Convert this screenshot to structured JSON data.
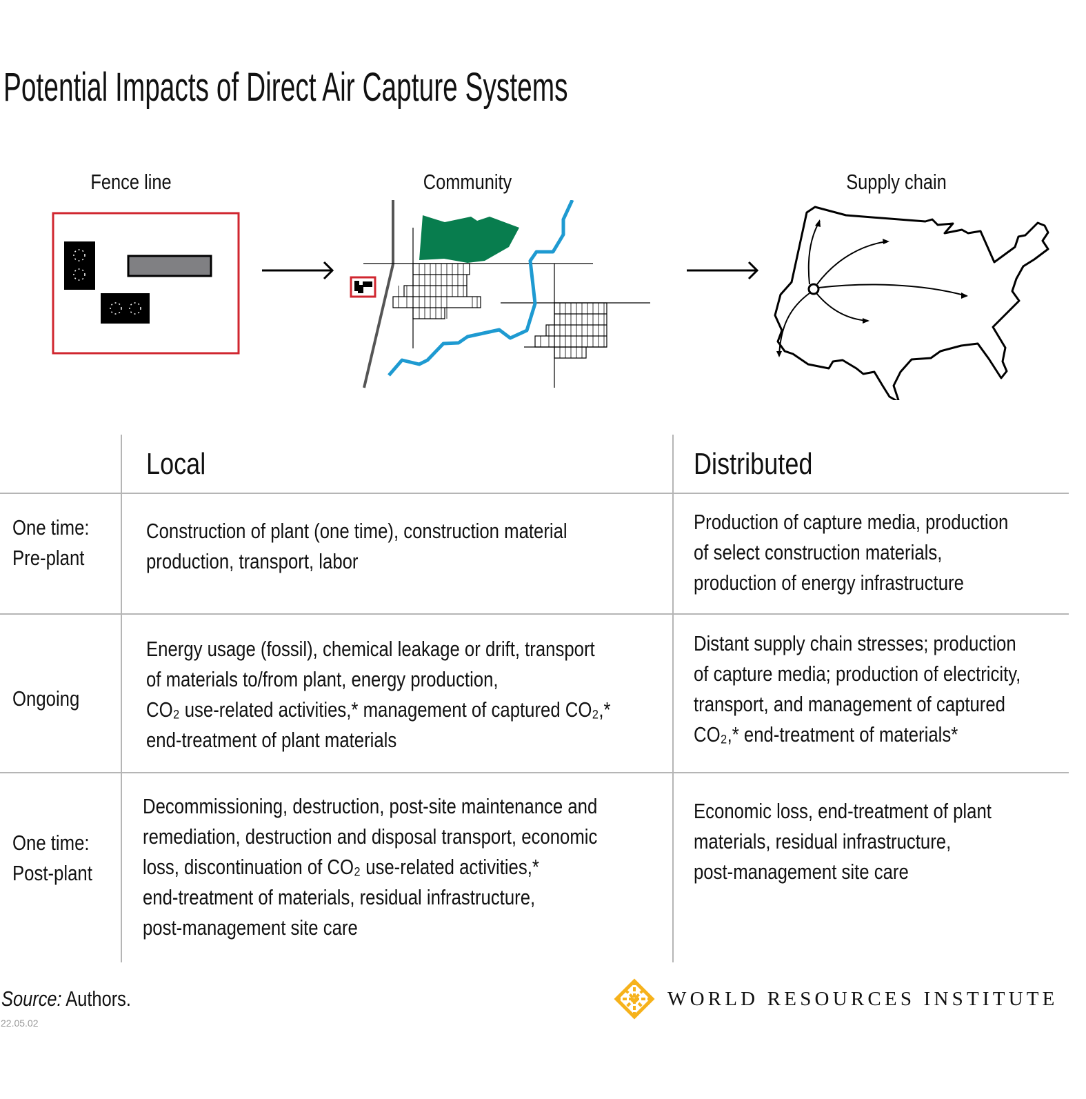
{
  "title": "Potential Impacts of Direct Air Capture Systems",
  "sections": {
    "fence_line": "Fence line",
    "community": "Community",
    "supply_chain": "Supply chain"
  },
  "colors": {
    "fence_red": "#d0262f",
    "forest_green": "#087d4e",
    "river_blue": "#1e9ad1",
    "logo_gold": "#f6b21b",
    "grid_line": "#b5b5b5"
  },
  "table": {
    "headers": {
      "local": "Local",
      "distributed": "Distributed"
    },
    "rows": [
      {
        "label": [
          "One time:",
          "Pre-plant"
        ],
        "local": [
          "Construction of plant (one time), construction material",
          "production, transport, labor"
        ],
        "distributed": [
          "Production of capture media, production",
          "of select construction materials,",
          "production of energy infrastructure"
        ]
      },
      {
        "label": [
          "Ongoing"
        ],
        "local": [
          "Energy usage (fossil), chemical leakage or drift, transport",
          "of materials to/from plant, energy production,",
          "CO₂ use-related activities,* management of captured CO₂,*",
          "end-treatment of plant materials"
        ],
        "distributed": [
          "Distant supply chain stresses; production",
          "of capture media; production of electricity,",
          "transport, and management of captured",
          "CO₂,* end-treatment of materials*"
        ]
      },
      {
        "label": [
          "One time:",
          "Post-plant"
        ],
        "local": [
          "Decommissioning, destruction, post-site maintenance and",
          "remediation, destruction and disposal transport, economic",
          "loss, discontinuation of CO₂ use-related activities,*",
          "end-treatment of materials, residual infrastructure,",
          "post-management site care"
        ],
        "distributed": [
          "Economic loss, end-treatment of plant",
          "materials, residual infrastructure,",
          "post-management site care"
        ]
      }
    ]
  },
  "footer": {
    "source_label": "Source:",
    "source_value": " Authors.",
    "date": "22.05.02",
    "logo_text": "WORLD RESOURCES INSTITUTE"
  }
}
